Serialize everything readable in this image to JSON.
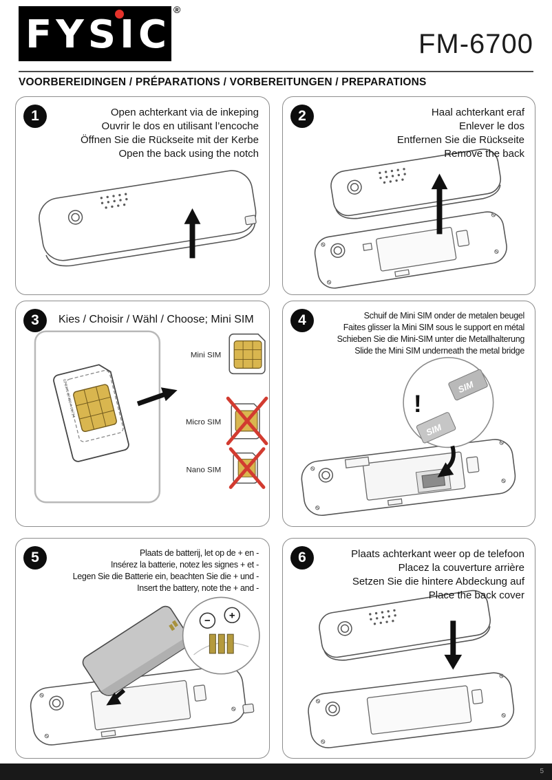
{
  "header": {
    "brand": "fysic",
    "registered": "®",
    "model": "FM-6700"
  },
  "section_title": "VOORBEREIDINGEN / PRÉPARATIONS / VORBEREITUNGEN / PREPARATIONS",
  "steps": [
    {
      "number": "1",
      "lines": [
        "Open achterkant via de inkeping",
        "Ouvrir le dos en utilisant l’encoche",
        "Öffnen Sie die Rückseite mit der Kerbe",
        "Open the back using the notch"
      ]
    },
    {
      "number": "2",
      "lines": [
        "Haal achterkant eraf",
        "Enlever le dos",
        "Entfernen Sie die Rückseite",
        "Remove the back"
      ]
    },
    {
      "number": "3",
      "title": "Kies / Choisir / Wähl / Choose; Mini SIM",
      "sim_types": [
        "Mini SIM",
        "Micro SIM",
        "Nano SIM"
      ],
      "sim_card_code": "62 2475 87456 A 01724"
    },
    {
      "number": "4",
      "lines": [
        "Schuif de Mini SIM onder de metalen beugel",
        "Faites glisser la Mini SIM sous le support en métal",
        "Schieben Sie die Mini-SIM unter die Metallhalterung",
        "Slide the Mini SIM underneath the metal bridge"
      ],
      "sim_label": "SIM",
      "exclamation": "!"
    },
    {
      "number": "5",
      "lines": [
        "Plaats de batterij, let op de + en -",
        "Insérez la batterie, notez les signes + et -",
        "Legen Sie die Batterie ein, beachten Sie die + und -",
        "Insert the battery, note the + and -"
      ],
      "minus": "−",
      "plus": "+"
    },
    {
      "number": "6",
      "lines": [
        "Plaats achterkant weer op de telefoon",
        "Placez la couverture arrière",
        "Setzen Sie die hintere Abdeckung auf",
        "Place the back cover"
      ]
    }
  ],
  "footer": {
    "page": "5"
  }
}
